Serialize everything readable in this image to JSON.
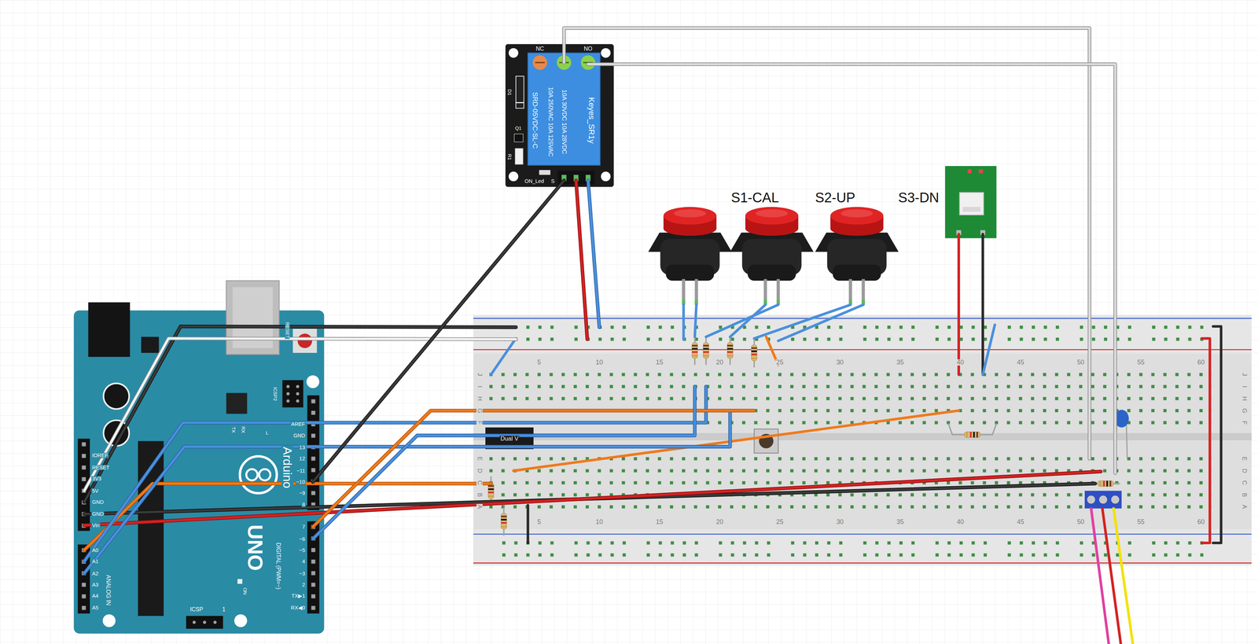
{
  "diagram": {
    "nodes": [
      {
        "text": [
          "NC",
          "NO",
          "SRD-05VDC-SL-C",
          "10A 250VAC 10A 125VAC",
          "10A 30VDC 10A 28VDC",
          "Keyes_SR1y",
          "D1",
          "Q1",
          "R1",
          "ON_Led",
          "S"
        ]
      },
      {
        "text": [
          "RESET",
          "ICSP2",
          "TX",
          "RX",
          "L",
          "Arduino",
          "UNO",
          "DIGITAL (PWM=~)",
          "ANALOG IN",
          "ICSP",
          "1",
          "ON"
        ]
      },
      {
        "text": [
          "5",
          "10",
          "15",
          "20",
          "25",
          "30",
          "35",
          "40",
          "45",
          "50",
          "55",
          "60",
          "5",
          "10",
          "15",
          "20",
          "25",
          "30",
          "35",
          "40",
          "45",
          "50",
          "55",
          "60",
          "J",
          "I",
          "H",
          "G",
          "F",
          "E",
          "D",
          "C",
          "B",
          "A",
          "J",
          "I",
          "H",
          "G",
          "F",
          "E",
          "D",
          "C",
          "B",
          "A"
        ]
      }
    ],
    "edges": [
      {
        "from": 1,
        "to": 2,
        "arrow": "none"
      },
      {
        "from": 1,
        "to": 2,
        "arrow": "none"
      },
      {
        "from": 1,
        "to": 2,
        "arrow": "none"
      },
      {
        "from": 1,
        "to": 2,
        "arrow": "none"
      },
      {
        "from": 1,
        "to": 2,
        "arrow": "none"
      },
      {
        "from": 1,
        "to": 2,
        "arrow": "none"
      },
      {
        "from": 1,
        "to": 2,
        "arrow": "none"
      },
      {
        "from": 1,
        "to": 2,
        "arrow": "none"
      },
      {
        "from": 1,
        "to": 2,
        "arrow": "none"
      },
      {
        "from": 0,
        "to": 1,
        "arrow": "none"
      },
      {
        "from": 0,
        "to": 2,
        "arrow": "none"
      },
      {
        "from": 0,
        "to": 2,
        "arrow": "none"
      },
      {
        "from": 0,
        "to": 2,
        "arrow": "none"
      },
      {
        "from": 0,
        "to": 2,
        "arrow": "none"
      }
    ],
    "labels": [
      "S1-CAL",
      "S2-UP",
      "S3-DN",
      "Dual V",
      "AREF",
      "GND",
      "13",
      "12",
      "~11",
      "~10",
      "~9",
      "8",
      "7",
      "~6",
      "~5",
      "4",
      "~3",
      "2",
      "TX▶1",
      "RX◀0",
      "IOREF",
      "RESET",
      "3V3",
      "5V",
      "GND",
      "GND",
      "Vin",
      "A0",
      "A1",
      "A2",
      "A3",
      "A4",
      "A5"
    ]
  }
}
